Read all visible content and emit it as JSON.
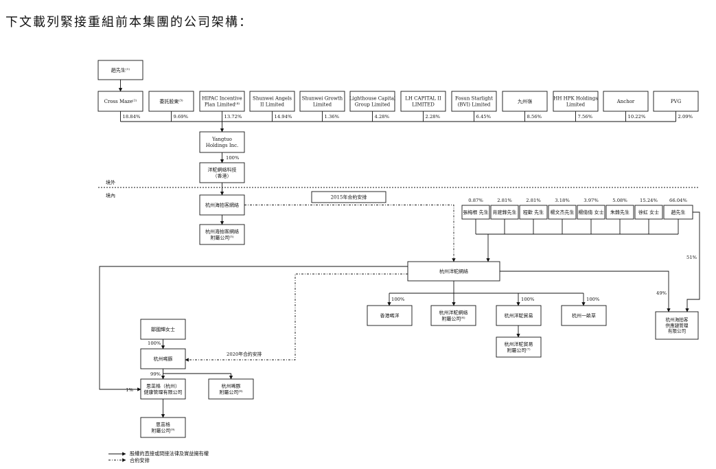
{
  "heading": "下文載列緊接重組前本集團的公司架構：",
  "boxes": {
    "mr_zhao_top": [
      "趙先生⁽¹⁾"
    ],
    "cross_maze": [
      "Cross Maze⁽²⁾"
    ],
    "entrusted_shares": [
      "委託股東⁽³⁾"
    ],
    "hipac": [
      "HIPAC Incentive",
      "Plan Limited⁽⁴⁾"
    ],
    "shunwei_angels": [
      "Shunwei Angels",
      "II Limited"
    ],
    "shunwei_growth": [
      "Shunwei Growth",
      "Limited"
    ],
    "lighthouse": [
      "Lighthouse Capital",
      "Group Limited"
    ],
    "lh_capital": [
      "LH CAPITAL II",
      "LIMITED"
    ],
    "fosun": [
      "Fosun Starlight",
      "(BVI) Limited"
    ],
    "jiuzhouling": [
      "九州嶺"
    ],
    "hh_hpk": [
      "HH HPK Holdings",
      "Limited"
    ],
    "anchor": [
      "Anchor"
    ],
    "pvg": [
      "PVG"
    ],
    "yangtuo": [
      "Yangtuo",
      "Holdings Inc."
    ],
    "yt_hk": [
      "洋駝網絡科技",
      "（香港）"
    ],
    "hz_haipaike": [
      "杭州海拍客網絡"
    ],
    "hz_haipaike_sub": [
      "杭州海拍客網絡",
      "附屬公司⁽⁵⁾"
    ],
    "sh_zhang": [
      "張梅根 先生"
    ],
    "sh_xiao": [
      "肖建鋒先生"
    ],
    "sh_cheng": [
      "程歡 先生"
    ],
    "sh_yang": [
      "楊文杰先生"
    ],
    "sh_yang2": [
      "楊倩倩 女士"
    ],
    "sh_zhu": [
      "朱鋒先生"
    ],
    "sh_xu": [
      "徐虹 女士"
    ],
    "sh_zhao": [
      "趙先生"
    ],
    "hz_yangtuo": [
      "杭州洋駝網絡"
    ],
    "hk_xiyang": [
      "香港唏洋"
    ],
    "hz_yt_sub": [
      "杭州洋駝網絡",
      "附屬公司⁽⁶⁾"
    ],
    "hz_yt_trade": [
      "杭州洋駝貿易"
    ],
    "hz_yicao": [
      "杭州一畝草"
    ],
    "hz_trade_sub": [
      "杭州洋駝貿易",
      "附屬公司⁽⁷⁾"
    ],
    "hz_supply": [
      "杭州海拍客",
      "供應鏈管理",
      "有限公司"
    ],
    "ms_zou": [
      "鄒國輝女士"
    ],
    "hz_xitun": [
      "杭州唏豚"
    ],
    "sizhuge": [
      "思茁格（杭州）",
      "健康管理有限公司"
    ],
    "hz_xitun_sub": [
      "杭州唏豚",
      "附屬公司⁽⁸⁾"
    ],
    "sizhuge_sub": [
      "思茁格",
      "附屬公司⁽⁹⁾"
    ],
    "contract_2015": [
      "2015年合約安排"
    ]
  },
  "percents": {
    "cross_maze": "18.84%",
    "entrusted_shares": "9.69%",
    "hipac": "13.72%",
    "shunwei_angels": "14.94%",
    "shunwei_growth": "1.36%",
    "lighthouse": "4.28%",
    "lh_capital": "2.28%",
    "fosun": "6.45%",
    "jiuzhouling": "8.56%",
    "hh_hpk": "7.56%",
    "anchor": "10.22%",
    "pvg": "2.09%",
    "yangtuo_to_hk": "100%",
    "sh_zhang": "0.87%",
    "sh_xiao": "2.81%",
    "sh_cheng": "2.81%",
    "sh_yang": "3.18%",
    "sh_yang2": "3.97%",
    "sh_zhu": "5.08%",
    "sh_xu": "15.24%",
    "sh_zhao": "66.04%",
    "to_hk_xiyang": "100%",
    "to_hz_yt_trade": "100%",
    "to_hz_yicao": "100%",
    "zhao_to_supply": "51%",
    "yt_to_supply": "49%",
    "zou_to_xitun": "100%",
    "xitun_to_sizhuge": "99%",
    "yt_to_sizhuge": "1%"
  },
  "labels": {
    "offshore": "境外",
    "onshore": "境內",
    "contract_2020": "2020年合約安排"
  },
  "legend": {
    "solid": "股權的直接或間接法律及實益擁有權",
    "dashed": "合約安排"
  }
}
